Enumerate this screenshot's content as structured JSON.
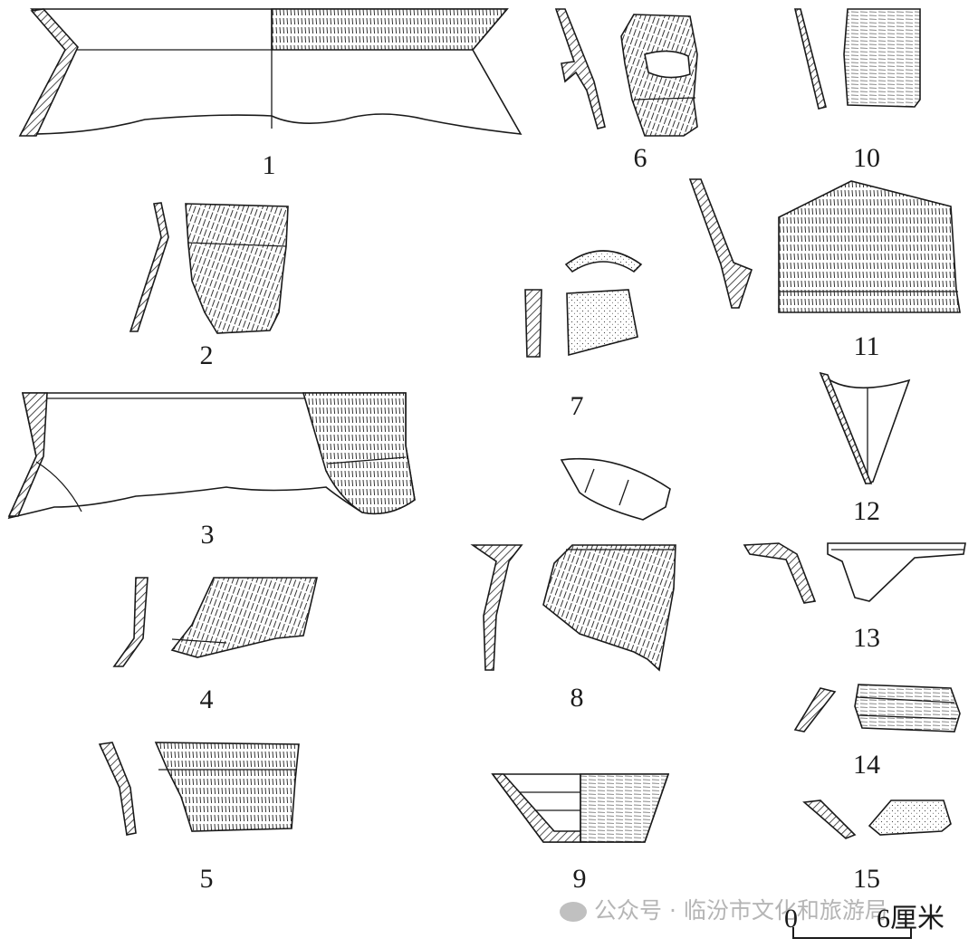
{
  "figure_numbers": [
    "1",
    "2",
    "3",
    "4",
    "5",
    "6",
    "7",
    "8",
    "9",
    "10",
    "11",
    "12",
    "13",
    "14",
    "15"
  ],
  "scale_bar": {
    "start": "0",
    "end": "6厘米"
  },
  "watermark": {
    "text": "公众号 · 临汾市文化和旅游局"
  }
}
